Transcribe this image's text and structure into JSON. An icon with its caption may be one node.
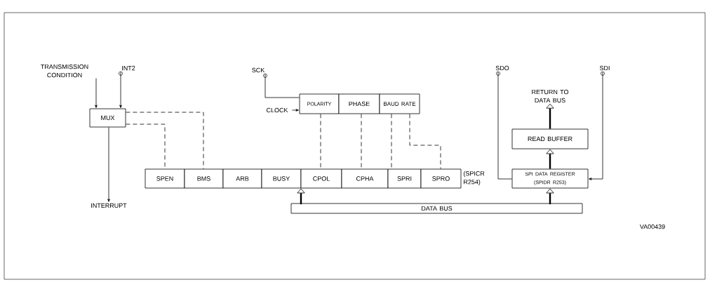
{
  "diagram": {
    "nodes": [
      {
        "text": [
          "TRANSMISSION CONDITION"
        ]
      },
      {
        "text": [
          "INT2"
        ]
      },
      {
        "text": [
          "MUX"
        ]
      },
      {
        "text": [
          "INTERRUPT"
        ]
      },
      {
        "text": [
          "SCK"
        ]
      },
      {
        "text": [
          "CLOCK"
        ]
      },
      {
        "text": [
          "POLARITY"
        ]
      },
      {
        "text": [
          "PHASE"
        ]
      },
      {
        "text": [
          "BAUD RATE"
        ]
      },
      {
        "text": [
          "SPEN"
        ]
      },
      {
        "text": [
          "BMS"
        ]
      },
      {
        "text": [
          "ARB"
        ]
      },
      {
        "text": [
          "BUSY"
        ]
      },
      {
        "text": [
          "CPOL"
        ]
      },
      {
        "text": [
          "CPHA"
        ]
      },
      {
        "text": [
          "SPRI"
        ]
      },
      {
        "text": [
          "SPRO"
        ]
      },
      {
        "text": [
          "SDO"
        ]
      },
      {
        "text": [
          "RETURN TO DATA BUS"
        ]
      },
      {
        "text": [
          "READ BUFFER"
        ]
      },
      {
        "text": [
          "SDI"
        ]
      },
      {
        "text": [
          "SPI DATA REGISTER (SPIDR R253)"
        ]
      },
      {
        "text": [
          "DATA BUS"
        ]
      }
    ],
    "edges": [
      {
        "from": 0,
        "to": 2,
        "arrow": "to"
      },
      {
        "from": 1,
        "to": 2,
        "arrow": "to"
      },
      {
        "from": 2,
        "to": 3,
        "arrow": "to"
      },
      {
        "from": 2,
        "to": 9,
        "arrow": "none",
        "style": "dashed"
      },
      {
        "from": 2,
        "to": 10,
        "arrow": "none",
        "style": "dashed"
      },
      {
        "from": 4,
        "to": 6,
        "arrow": "none"
      },
      {
        "from": 5,
        "to": 6,
        "arrow": "to"
      },
      {
        "from": 6,
        "to": 13,
        "arrow": "none",
        "style": "dashed"
      },
      {
        "from": 7,
        "to": 14,
        "arrow": "none",
        "style": "dashed"
      },
      {
        "from": 8,
        "to": 15,
        "arrow": "none",
        "style": "dashed"
      },
      {
        "from": 8,
        "to": 16,
        "arrow": "none",
        "style": "dashed"
      },
      {
        "from": 17,
        "to": 21,
        "arrow": "none"
      },
      {
        "from": 20,
        "to": 21,
        "arrow": "to"
      },
      {
        "from": 21,
        "to": 19,
        "arrow": "to",
        "style": "thick"
      },
      {
        "from": 19,
        "to": 18,
        "arrow": "to",
        "style": "thick"
      },
      {
        "from": 22,
        "to": 13,
        "arrow": "to",
        "style": "thick"
      },
      {
        "from": 22,
        "to": 21,
        "arrow": "to",
        "style": "thick"
      }
    ],
    "labels": [
      "(SPICR R254)",
      "VA00439"
    ]
  }
}
